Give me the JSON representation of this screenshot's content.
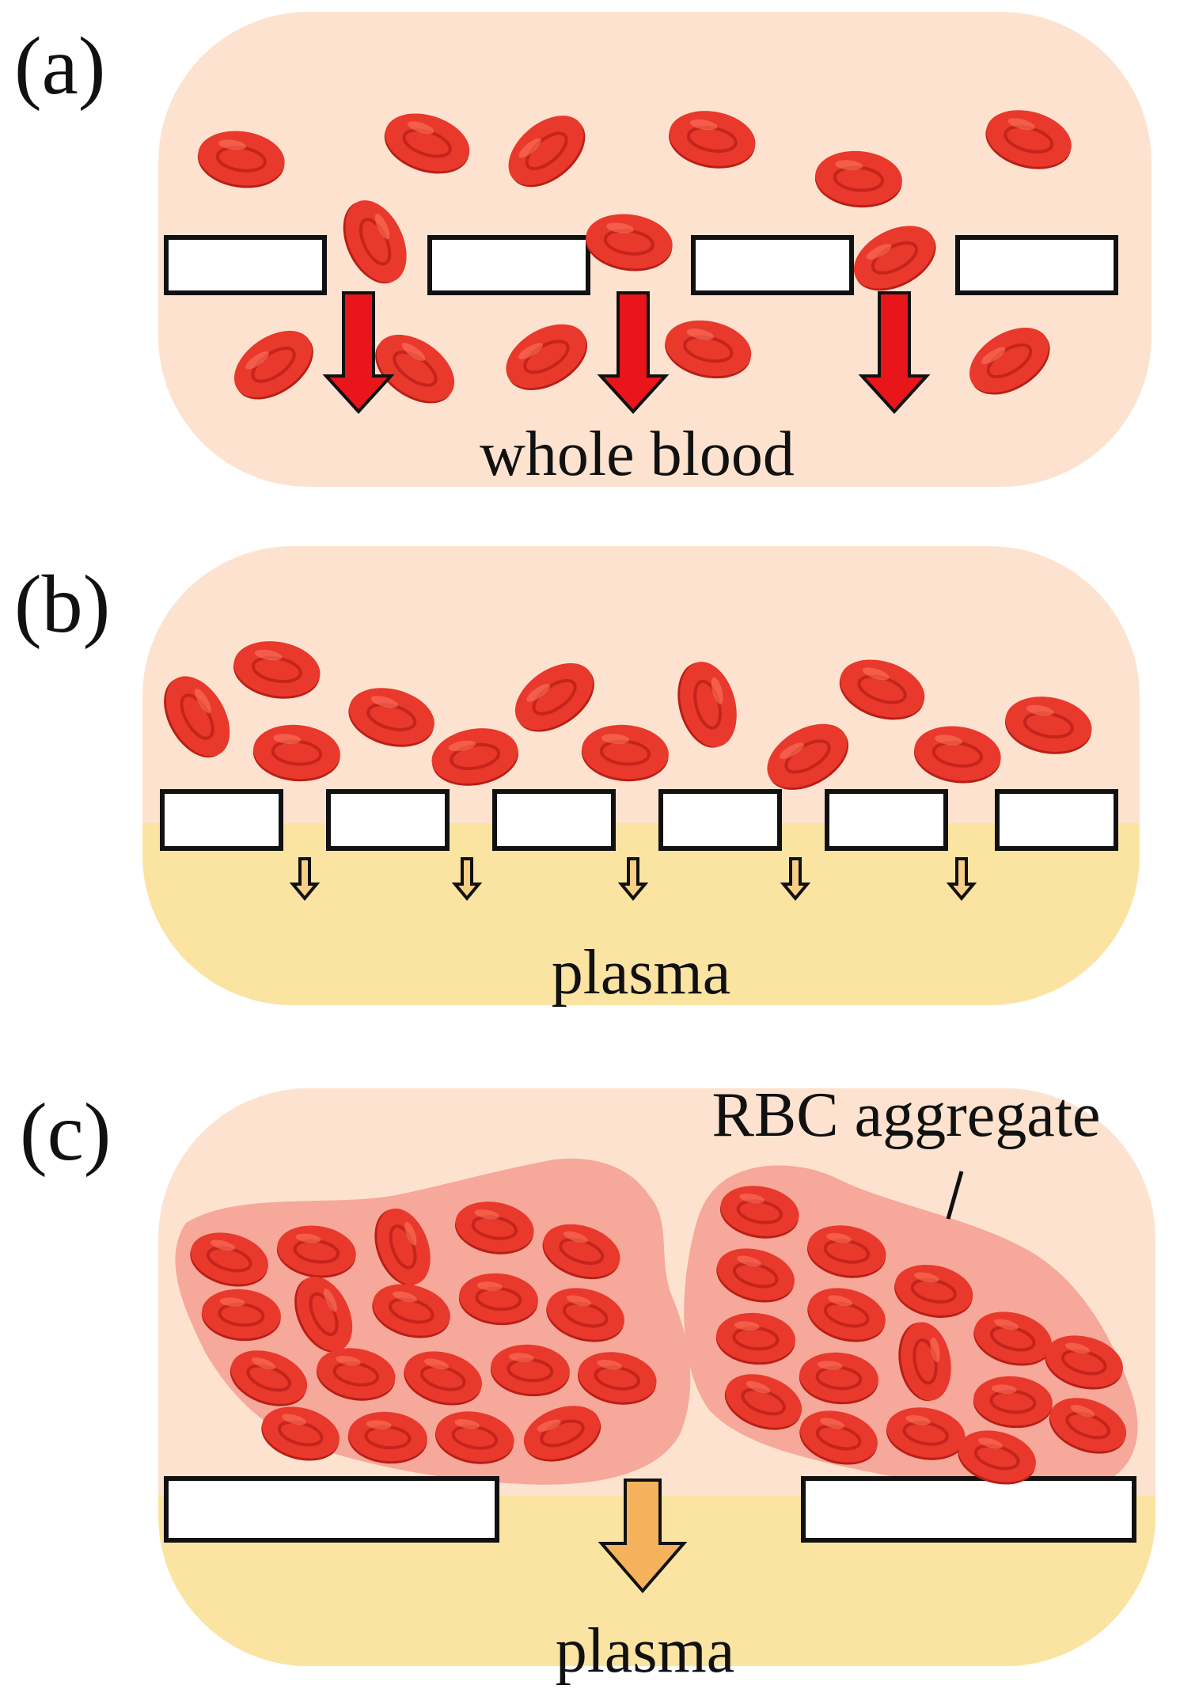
{
  "panels": [
    {
      "id": "a",
      "letter": "(a)",
      "caption": "whole blood"
    },
    {
      "id": "b",
      "letter": "(b)",
      "caption": "plasma"
    },
    {
      "id": "c",
      "letter": "(c)",
      "caption": "plasma",
      "annotation": "RBC aggregate"
    }
  ],
  "colors": {
    "capsule": "#fde3cf",
    "plasma_region": "#fbe3a2",
    "rbc_fill": "#e8392c",
    "rbc_dark": "#b81e16",
    "rbc_highlight": "#ff7a62",
    "aggregate_halo": "#f6a89a",
    "large_arrow": "#e8151b",
    "small_arrow": "#f7cf86",
    "plasma_arrow": "#f5b25c",
    "filter_bar": "#ffffff",
    "outline": "#111111"
  }
}
